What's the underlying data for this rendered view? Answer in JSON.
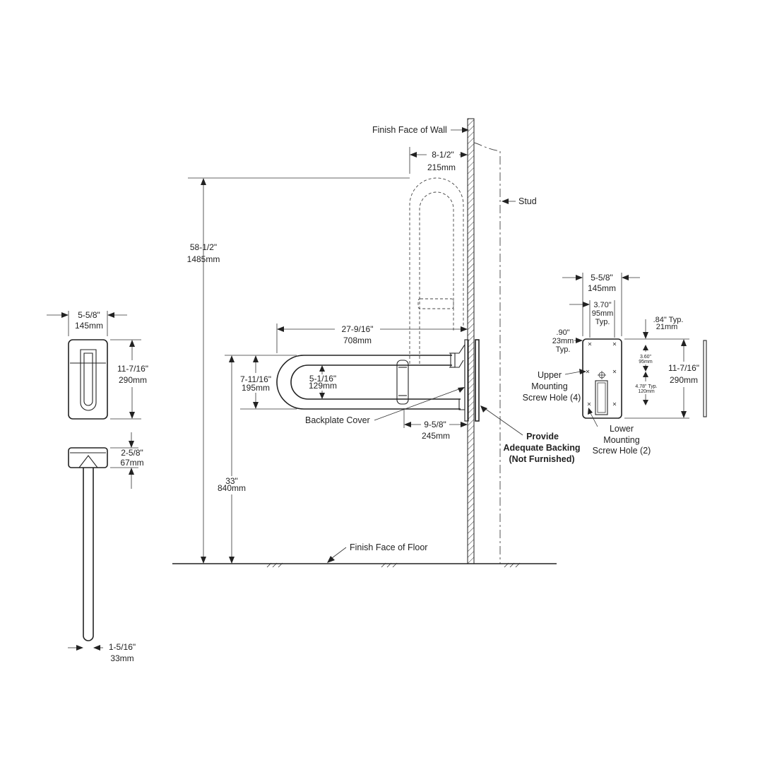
{
  "colors": {
    "ink": "#222222",
    "paper": "#ffffff"
  },
  "side_view": {
    "finish_face_wall": "Finish Face of Wall",
    "stud": "Stud",
    "finish_face_floor": "Finish Face of Floor",
    "backplate_cover": "Backplate Cover",
    "provide_backing": [
      "Provide",
      "Adequate Backing",
      "(Not Furnished)"
    ],
    "dims": {
      "upper_in": "8-1/2\"",
      "upper_mm": "215mm",
      "height_in": "58-1/2\"",
      "height_mm": "1485mm",
      "length_in": "27-9/16\"",
      "length_mm": "708mm",
      "bar_h_in": "7-11/16\"",
      "bar_h_mm": "195mm",
      "inner_in": "5-1/16\"",
      "inner_mm": "129mm",
      "floor_in": "33\"",
      "floor_mm": "840mm",
      "depth_in": "9-5/8\"",
      "depth_mm": "245mm"
    }
  },
  "front_view": {
    "width_in": "5-5/8\"",
    "width_mm": "145mm",
    "height_in": "11-7/16\"",
    "height_mm": "290mm"
  },
  "top_view": {
    "depth_in": "2-5/8\"",
    "depth_mm": "67mm",
    "tube_in": "1-5/16\"",
    "tube_mm": "33mm"
  },
  "backplate": {
    "width_in": "5-5/8\"",
    "width_mm": "145mm",
    "hole_span_in": "3.70\"",
    "hole_span_mm": "95mm",
    "hole_span_typ": "Typ.",
    "edge_in": ".90\"",
    "edge_mm": "23mm",
    "edge_typ": "Typ.",
    "top_in": ".84\" Typ.",
    "top_mm": "21mm",
    "height_in": "11-7/16\"",
    "height_mm": "290mm",
    "v_spacing": "3.60\"",
    "v_spacing_mm": "95mm",
    "h_spacing": "4.78\" Typ.",
    "h_spacing_mm": "120mm",
    "upper_holes": [
      "Upper",
      "Mounting",
      "Screw Hole (4)"
    ],
    "lower_holes": [
      "Lower",
      "Mounting",
      "Screw Hole (2)"
    ]
  }
}
